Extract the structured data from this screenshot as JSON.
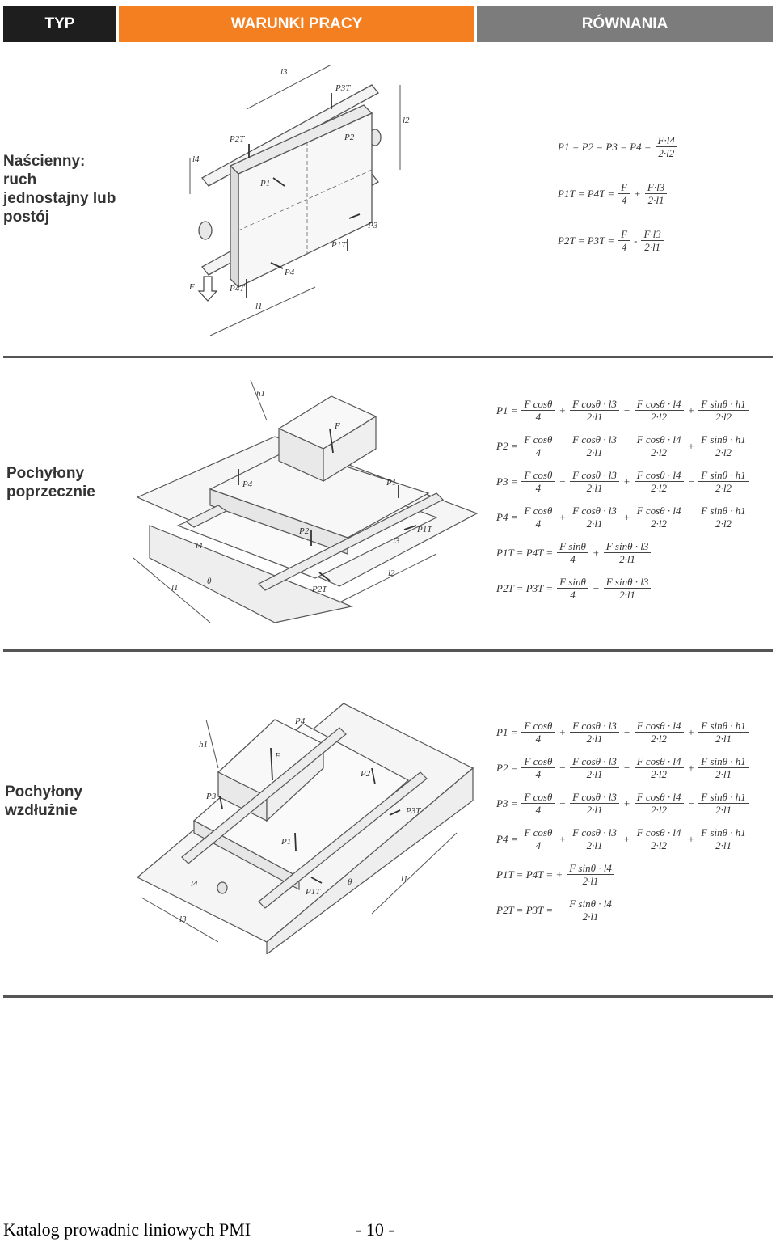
{
  "header": {
    "typ": "TYP",
    "warunki": "WARUNKI PRACY",
    "rownania": "RÓWNANIA"
  },
  "sections": [
    {
      "label": "Naścienny:\nruch\njednostajny lub\npostój",
      "diagram_labels": [
        "l3",
        "l2",
        "l4",
        "P3T",
        "P2T",
        "P2",
        "P1",
        "P3",
        "P1T",
        "P4",
        "F",
        "P4T",
        "l1"
      ],
      "equations": [
        {
          "lhs": "P1 = P2 = P3 = P4 =",
          "terms": [
            {
              "op": "",
              "num": "F·l4",
              "den": "2·l2"
            }
          ]
        },
        {
          "lhs": "P1T = P4T =",
          "terms": [
            {
              "op": "",
              "num": "F",
              "den": "4"
            },
            {
              "op": "+",
              "num": "F·l3",
              "den": "2·l1"
            }
          ]
        },
        {
          "lhs": "P2T = P3T =",
          "terms": [
            {
              "op": "",
              "num": "F",
              "den": "4"
            },
            {
              "op": "-",
              "num": "F·l3",
              "den": "2·l1"
            }
          ]
        }
      ]
    },
    {
      "label": "Pochyłony\npoprzecznie",
      "diagram_labels": [
        "h1",
        "F",
        "P4",
        "P1",
        "P2",
        "P1T",
        "l4",
        "l3",
        "l1",
        "θ",
        "P2T",
        "l2"
      ],
      "equations": [
        {
          "lhs": "P1 =",
          "terms": [
            {
              "op": "",
              "num": "F cosθ",
              "den": "4"
            },
            {
              "op": "+",
              "num": "F cosθ · l3",
              "den": "2·l1"
            },
            {
              "op": "−",
              "num": "F cosθ · l4",
              "den": "2·l2"
            },
            {
              "op": "+",
              "num": "F sinθ · h1",
              "den": "2·l2"
            }
          ]
        },
        {
          "lhs": "P2 =",
          "terms": [
            {
              "op": "",
              "num": "F cosθ",
              "den": "4"
            },
            {
              "op": "−",
              "num": "F cosθ · l3",
              "den": "2·l1"
            },
            {
              "op": "−",
              "num": "F cosθ · l4",
              "den": "2·l2"
            },
            {
              "op": "+",
              "num": "F sinθ · h1",
              "den": "2·l2"
            }
          ]
        },
        {
          "lhs": "P3 =",
          "terms": [
            {
              "op": "",
              "num": "F cosθ",
              "den": "4"
            },
            {
              "op": "−",
              "num": "F cosθ · l3",
              "den": "2·l1"
            },
            {
              "op": "+",
              "num": "F cosθ · l4",
              "den": "2·l2"
            },
            {
              "op": "−",
              "num": "F sinθ · h1",
              "den": "2·l2"
            }
          ]
        },
        {
          "lhs": "P4 =",
          "terms": [
            {
              "op": "",
              "num": "F cosθ",
              "den": "4"
            },
            {
              "op": "+",
              "num": "F cosθ · l3",
              "den": "2·l1"
            },
            {
              "op": "+",
              "num": "F cosθ · l4",
              "den": "2·l2"
            },
            {
              "op": "−",
              "num": "F sinθ · h1",
              "den": "2·l2"
            }
          ]
        },
        {
          "lhs": "P1T = P4T =",
          "terms": [
            {
              "op": "",
              "num": "F sinθ",
              "den": "4"
            },
            {
              "op": "+",
              "num": "F sinθ · l3",
              "den": "2·l1"
            }
          ]
        },
        {
          "lhs": "P2T = P3T =",
          "terms": [
            {
              "op": "",
              "num": "F sinθ",
              "den": "4"
            },
            {
              "op": "−",
              "num": "F sinθ · l3",
              "den": "2·l1"
            }
          ]
        }
      ]
    },
    {
      "label": "Pochyłony\nwzdłużnie",
      "diagram_labels": [
        "h1",
        "P4",
        "F",
        "P3",
        "P2",
        "P1",
        "P3T",
        "l3",
        "l4",
        "P1T",
        "θ",
        "l1"
      ],
      "equations": [
        {
          "lhs": "P1 =",
          "terms": [
            {
              "op": "",
              "num": "F cosθ",
              "den": "4"
            },
            {
              "op": "+",
              "num": "F cosθ · l3",
              "den": "2·l1"
            },
            {
              "op": "−",
              "num": "F cosθ · l4",
              "den": "2·l2"
            },
            {
              "op": "+",
              "num": "F sinθ · h1",
              "den": "2·l1"
            }
          ]
        },
        {
          "lhs": "P2 =",
          "terms": [
            {
              "op": "",
              "num": "F cosθ",
              "den": "4"
            },
            {
              "op": "−",
              "num": "F cosθ · l3",
              "den": "2·l1"
            },
            {
              "op": "−",
              "num": "F cosθ · l4",
              "den": "2·l2"
            },
            {
              "op": "+",
              "num": "F sinθ · h1",
              "den": "2·l1"
            }
          ]
        },
        {
          "lhs": "P3 =",
          "terms": [
            {
              "op": "",
              "num": "F cosθ",
              "den": "4"
            },
            {
              "op": "−",
              "num": "F cosθ · l3",
              "den": "2·l1"
            },
            {
              "op": "+",
              "num": "F cosθ · l4",
              "den": "2·l2"
            },
            {
              "op": "−",
              "num": "F sinθ · h1",
              "den": "2·l1"
            }
          ]
        },
        {
          "lhs": "P4 =",
          "terms": [
            {
              "op": "",
              "num": "F cosθ",
              "den": "4"
            },
            {
              "op": "+",
              "num": "F cosθ · l3",
              "den": "2·l1"
            },
            {
              "op": "+",
              "num": "F cosθ · l4",
              "den": "2·l2"
            },
            {
              "op": "+",
              "num": "F sinθ · h1",
              "den": "2·l1"
            }
          ]
        },
        {
          "lhs": "P1T = P4T = +",
          "terms": [
            {
              "op": "",
              "num": "F sinθ · l4",
              "den": "2·l1"
            }
          ]
        },
        {
          "lhs": "P2T = P3T = −",
          "terms": [
            {
              "op": "",
              "num": "F sinθ · l4",
              "den": "2·l1"
            }
          ]
        }
      ]
    }
  ],
  "footer": {
    "catalog": "Katalog prowadnic liniowych PMI",
    "page": "- 10 -"
  }
}
